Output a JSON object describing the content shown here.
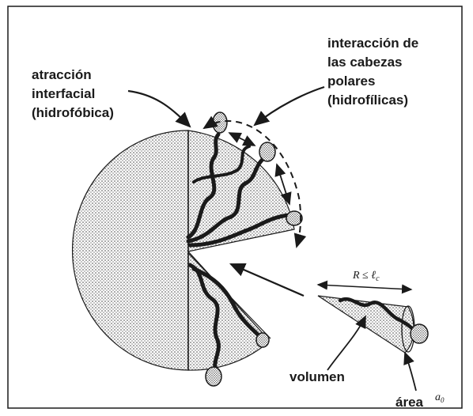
{
  "labels": {
    "interfacial_attraction": [
      "atracción",
      "interfacial",
      "(hidrofóbica)"
    ],
    "headgroup_interaction": [
      "interacción de",
      "las cabezas",
      "polares",
      "(hidrofílicas)"
    ],
    "volume": "volumen",
    "area": "área",
    "area_symbol": "a",
    "area_subscript": "0",
    "length_relation": "R ≤ ℓ",
    "length_subscript": "c"
  },
  "colors": {
    "ink": "#1a1a1a",
    "stipple": "#3a3a3a",
    "background": "#ffffff"
  }
}
